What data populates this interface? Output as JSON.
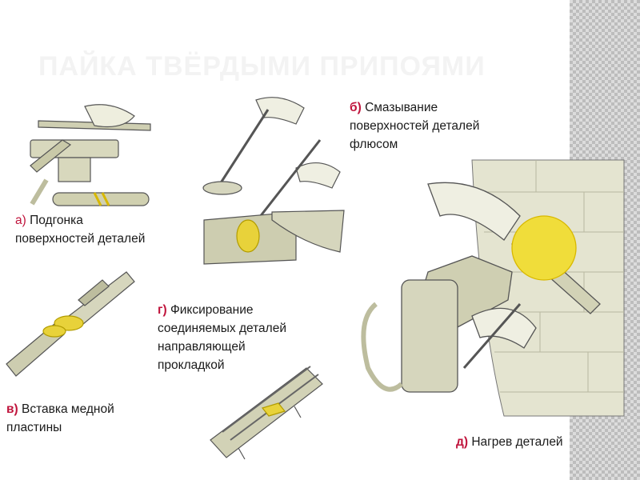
{
  "slide": {
    "title": "ПАЙКА ТВЁРДЫМИ ПРИПОЯМИ"
  },
  "captions": {
    "a": {
      "letter": "а)",
      "text_line1": "Подгонка",
      "text_line2": "поверхностей деталей"
    },
    "b": {
      "letter": "б)",
      "text_line1": "Смазывание",
      "text_line2": "поверхностей деталей",
      "text_line3": "флюсом"
    },
    "v": {
      "letter": "в)",
      "text_line1": "Вставка медной",
      "text_line2": "пластины"
    },
    "g": {
      "letter": "г)",
      "text_line1": "Фиксирование",
      "text_line2": "соединяемых деталей",
      "text_line3": "направляющей",
      "text_line4": "прокладкой"
    },
    "d": {
      "letter": "д)",
      "text_line1": "Нагрев деталей"
    }
  },
  "colors": {
    "accent_red": "#c0143c",
    "title_color": "#f3f3f3",
    "solder_yellow": "#e8d23a",
    "metal": "#c9c9a8",
    "wall": "#e4e4d0"
  },
  "illustrations": [
    "filing-parts-illustration",
    "flux-brush-illustration",
    "copper-plate-illustration",
    "fixing-spacer-illustration",
    "torch-heating-illustration"
  ]
}
